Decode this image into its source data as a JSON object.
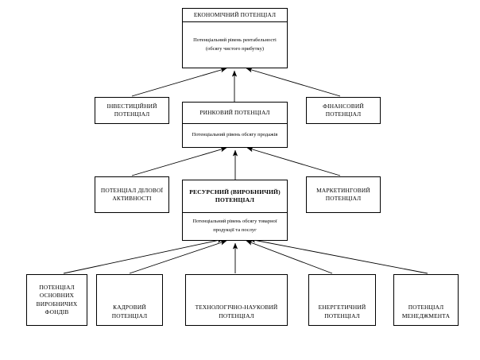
{
  "diagram": {
    "title_hidden": "",
    "type": "hierarchy-tree",
    "language": "uk",
    "colors": {
      "background": "#ffffff",
      "box_border": "#000000",
      "box_fill": "#ffffff",
      "connector": "#000000",
      "text": "#000000"
    },
    "levels": [
      {
        "index": 0,
        "nodes": [
          "economic_potential"
        ]
      },
      {
        "index": 1,
        "nodes": [
          "investment_potential",
          "market_potential",
          "financial_potential"
        ]
      },
      {
        "index": 2,
        "nodes": [
          "business_activity_potential",
          "resource_production_potential",
          "marketing_potential"
        ]
      },
      {
        "index": 3,
        "nodes": [
          "fixed_assets_potential",
          "personnel_potential",
          "techno_scientific_potential",
          "energy_potential",
          "management_potential"
        ]
      }
    ],
    "nodes": {
      "economic_potential": {
        "title": "ЕКОНОМІЧНИЙ ПОТЕНЦІАЛ",
        "subtitle": "Потенціальний рівень рентабельності (обсягу чистого прибутку)"
      },
      "investment_potential": {
        "title": "ІНВЕСТИЦІЙНИЙ ПОТЕНЦІАЛ",
        "subtitle": ""
      },
      "market_potential": {
        "title": "РИНКОВИЙ ПОТЕНЦІАЛ",
        "subtitle": "Потенціальний рівень обсягу продажів"
      },
      "financial_potential": {
        "title": "ФІНАНСОВИЙ ПОТЕНЦІАЛ",
        "subtitle": ""
      },
      "business_activity_potential": {
        "title": "ПОТЕНЦІАЛ ДІЛОВОЇ АКТИВНОСТІ",
        "subtitle": ""
      },
      "resource_production_potential": {
        "title": "РЕСУРСНИЙ (ВИРОБНИЧИЙ) ПОТЕНЦІАЛ",
        "subtitle": "Потенціальний рівень обсягу товарної продукції та послуг"
      },
      "marketing_potential": {
        "title": "МАРКЕТИНГОВИЙ ПОТЕНЦІАЛ",
        "subtitle": ""
      },
      "fixed_assets_potential": {
        "title": "ПОТЕНЦІАЛ ОСНОВНИХ ВИРОБНИЧИХ ФОНДІВ",
        "subtitle": ""
      },
      "personnel_potential": {
        "title": "КАДРОВИЙ ПОТЕНЦІАЛ",
        "subtitle": ""
      },
      "techno_scientific_potential": {
        "title": "ТЕХНОЛОГІЧНО-НАУКОВИЙ ПОТЕНЦІАЛ",
        "subtitle": ""
      },
      "energy_potential": {
        "title": "ЕНЕРГЕТИЧНИЙ ПОТЕНЦІАЛ",
        "subtitle": ""
      },
      "management_potential": {
        "title": "ПОТЕНЦІАЛ МЕНЕДЖМЕНТА",
        "subtitle": ""
      }
    },
    "edges": [
      {
        "from": "investment_potential",
        "to": "economic_potential",
        "arrow": "up"
      },
      {
        "from": "market_potential",
        "to": "economic_potential",
        "arrow": "up"
      },
      {
        "from": "financial_potential",
        "to": "economic_potential",
        "arrow": "up"
      },
      {
        "from": "business_activity_potential",
        "to": "market_potential",
        "arrow": "up"
      },
      {
        "from": "resource_production_potential",
        "to": "market_potential",
        "arrow": "up"
      },
      {
        "from": "marketing_potential",
        "to": "market_potential",
        "arrow": "up"
      },
      {
        "from": "fixed_assets_potential",
        "to": "resource_production_potential",
        "arrow": "up"
      },
      {
        "from": "personnel_potential",
        "to": "resource_production_potential",
        "arrow": "up"
      },
      {
        "from": "techno_scientific_potential",
        "to": "resource_production_potential",
        "arrow": "up"
      },
      {
        "from": "energy_potential",
        "to": "resource_production_potential",
        "arrow": "up"
      },
      {
        "from": "management_potential",
        "to": "resource_production_potential",
        "arrow": "up"
      }
    ]
  }
}
